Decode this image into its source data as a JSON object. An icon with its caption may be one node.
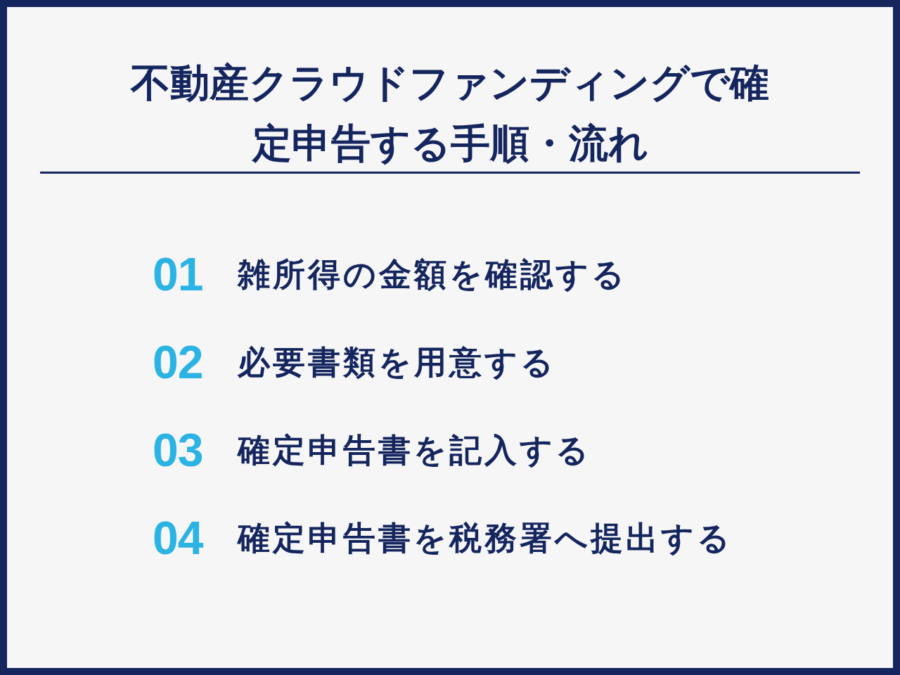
{
  "diagram": {
    "title": "不動産クラウドファンディングで確定申告する手順・流れ",
    "labels": [
      "01",
      "雑所得の金額を確認する",
      "02",
      "必要書類を用意する",
      "03",
      "確定申告書を記入する",
      "04",
      "確定申告書を税務署へ提出する"
    ]
  }
}
